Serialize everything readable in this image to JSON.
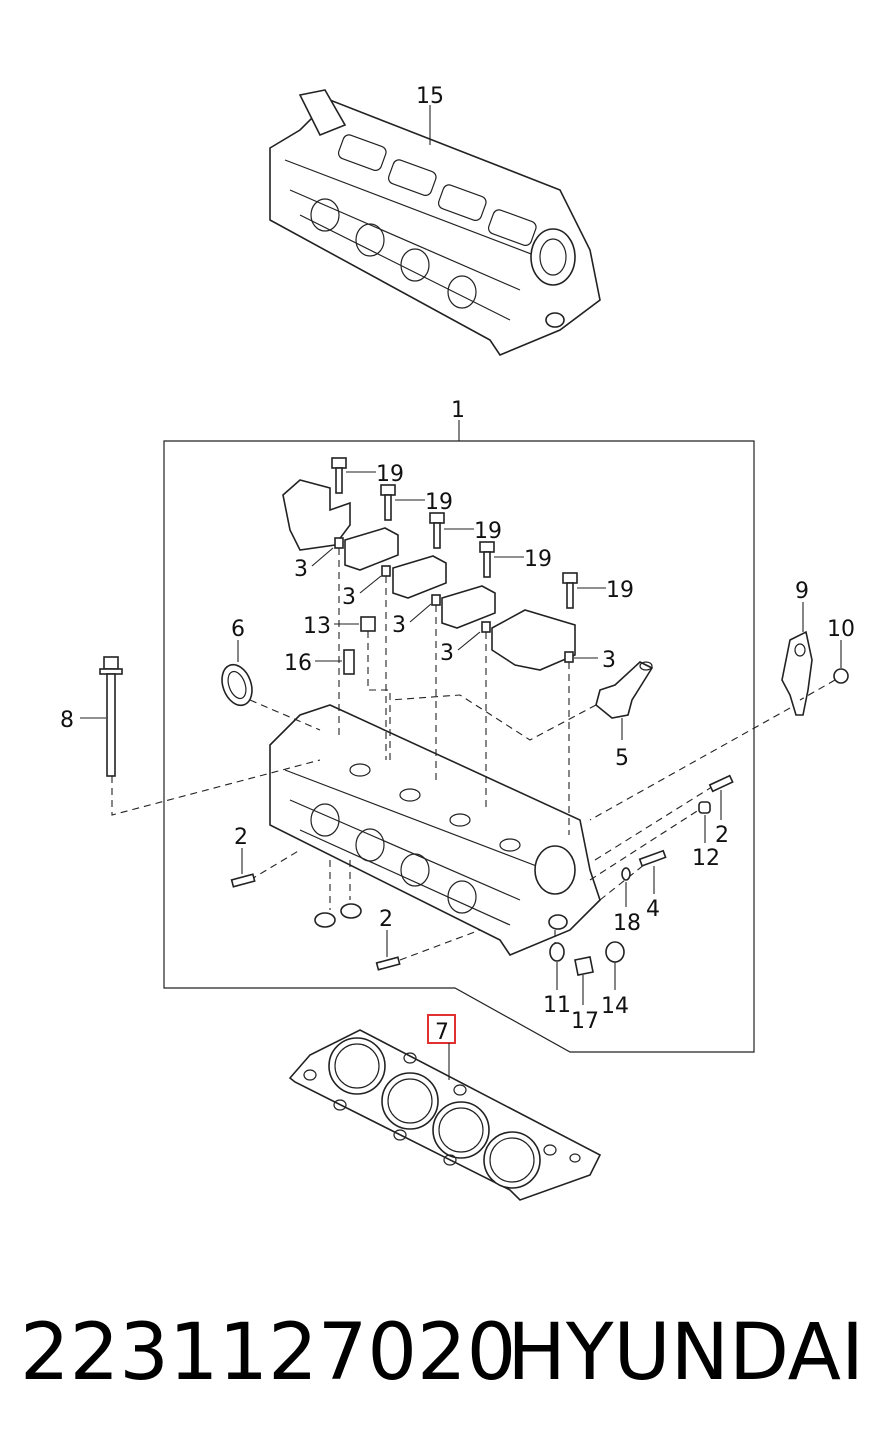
{
  "callouts": {
    "c15": "15",
    "c1": "1",
    "c19a": "19",
    "c19b": "19",
    "c19c": "19",
    "c19d": "19",
    "c19e": "19",
    "c3a": "3",
    "c3b": "3",
    "c3c": "3",
    "c3d": "3",
    "c3e": "3",
    "c6": "6",
    "c13": "13",
    "c16": "16",
    "c8": "8",
    "c9": "9",
    "c10": "10",
    "c5": "5",
    "c2a": "2",
    "c2b": "2",
    "c2c": "2",
    "c12": "12",
    "c18": "18",
    "c4": "4",
    "c11": "11",
    "c17": "17",
    "c14": "14",
    "c7": "7"
  },
  "footer": {
    "part_number": "2231127020",
    "brand": "HYUNDAI"
  },
  "colors": {
    "line": "#222222",
    "highlight": "#e03030"
  }
}
